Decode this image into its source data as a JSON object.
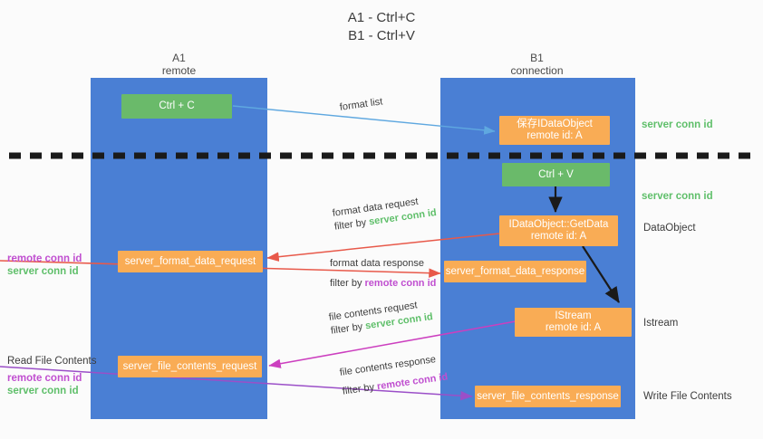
{
  "title": {
    "line1": "A1 - Ctrl+C",
    "line2": "B1 - Ctrl+V"
  },
  "lanes": [
    {
      "id": "a1",
      "name": "A1",
      "sub": "remote"
    },
    {
      "id": "b1",
      "name": "B1",
      "sub": "connection"
    }
  ],
  "colors": {
    "lane": "#4a7fd4",
    "green_box": "#6aba6a",
    "orange_box": "#f9ac55",
    "server_conn_text": "#5fbf6a",
    "remote_conn_text": "#c04fd0",
    "arrow_blue": "#5fa8e0",
    "arrow_red": "#e8594a",
    "arrow_magenta": "#cc3fbf",
    "arrow_purple": "#9b4fc8",
    "arrow_black": "#1a1a1a",
    "divider": "#1a1a1a",
    "background": "#fbfbfb"
  },
  "boxes": {
    "ctrl_c": {
      "label": "Ctrl + C"
    },
    "save_idataobject": {
      "line1": "保存IDataObject",
      "line2": "remote id: A"
    },
    "ctrl_v": {
      "label": "Ctrl + V"
    },
    "getdata": {
      "line1": "IDataObject::GetData",
      "line2": "remote id: A"
    },
    "server_format_data_request": {
      "label": "server_format_data_request"
    },
    "server_format_data_response": {
      "label": "server_format_data_response"
    },
    "istream": {
      "line1": "IStream",
      "line2": "remote id: A"
    },
    "server_file_contents_request": {
      "label": "server_file_contents_request"
    },
    "server_file_contents_response": {
      "label": "server_file_contents_response"
    }
  },
  "right_labels": {
    "server_conn_id_top": "server conn id",
    "server_conn_id_mid": "server conn id",
    "dataobject": "DataObject",
    "istream": "Istream",
    "write_file_contents": "Write File Contents"
  },
  "left_labels": {
    "remote_conn_id_1": "remote conn id",
    "server_conn_id_1": "server conn id",
    "read_file_contents": "Read File Contents",
    "remote_conn_id_2": "remote conn id",
    "server_conn_id_2": "server conn id"
  },
  "edge_labels": {
    "format_list": "format list",
    "format_data_request": "format data request",
    "format_data_request_filter_prefix": "filter by ",
    "format_data_request_filter_key": "server conn id",
    "format_data_response": "format data response",
    "format_data_response_filter_prefix": "filter by ",
    "format_data_response_filter_key": "remote conn id",
    "file_contents_request": "file contents request",
    "file_contents_request_filter_prefix": "filter by ",
    "file_contents_request_filter_key": "server conn id",
    "file_contents_response": "file contents response",
    "file_contents_response_filter_prefix": "filter by ",
    "file_contents_response_filter_key": "remote conn id"
  }
}
